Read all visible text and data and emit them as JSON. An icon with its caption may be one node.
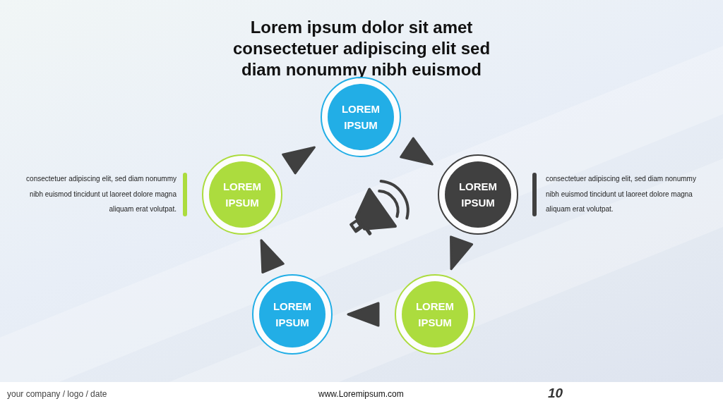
{
  "diagram": {
    "title": "Lorem ipsum dolor sit amet consectetuer adipiscing elit sed diam nonummy nibh euismod",
    "nodes": [
      {
        "text": [
          "LOREM IPSUM"
        ]
      },
      {
        "text": [
          "LOREM IPSUM"
        ],
        "beside": [
          "consectetuer adipiscing elit, sed diam nonummy nibh euismod tincidunt ut laoreet dolore magna aliquam erat volutpat."
        ]
      },
      {
        "text": [
          "LOREM IPSUM"
        ],
        "beside": [
          "consectetuer adipiscing elit, sed diam nonummy nibh euismod tincidunt ut laoreet dolore magna aliquam erat volutpat."
        ]
      },
      {
        "text": [
          "LOREM IPSUM"
        ]
      },
      {
        "text": [
          "LOREM IPSUM"
        ]
      }
    ],
    "edges": [
      {
        "from": 1,
        "to": 0,
        "arrow": "to"
      },
      {
        "from": 0,
        "to": 2,
        "arrow": "to"
      },
      {
        "from": 2,
        "to": 3,
        "arrow": "to"
      },
      {
        "from": 3,
        "to": 4,
        "arrow": "to"
      },
      {
        "from": 4,
        "to": 1,
        "arrow": "to"
      }
    ],
    "labels": [
      "your company / logo / date",
      "www.Loremipsum.com",
      "10"
    ]
  }
}
